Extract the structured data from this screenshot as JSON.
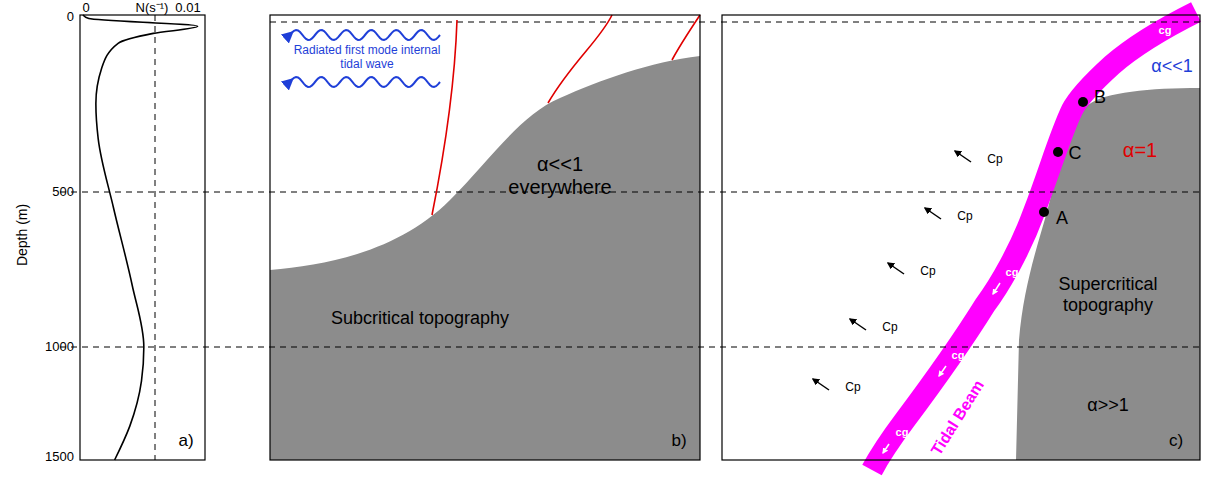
{
  "diagram": {
    "nodes": [
      {
        "text": [
          "Subcritical topography"
        ]
      },
      {
        "text": [
          "Supercritical topography",
          "α>>1"
        ]
      }
    ],
    "labels": [
      "0",
      "N(s⁻¹)",
      "0.01",
      "0",
      "500",
      "1000",
      "1500",
      "Depth (m)",
      "a)",
      "Radiated first mode internal tidal wave",
      "α<<1 everywhere",
      "b)",
      "α<<1",
      "B",
      "C",
      "α=1",
      "A",
      "cg",
      "cg",
      "cg",
      "cg",
      "Cp",
      "Cp",
      "Cp",
      "Cp",
      "Cp",
      "Tidal Beam",
      "c)"
    ]
  }
}
